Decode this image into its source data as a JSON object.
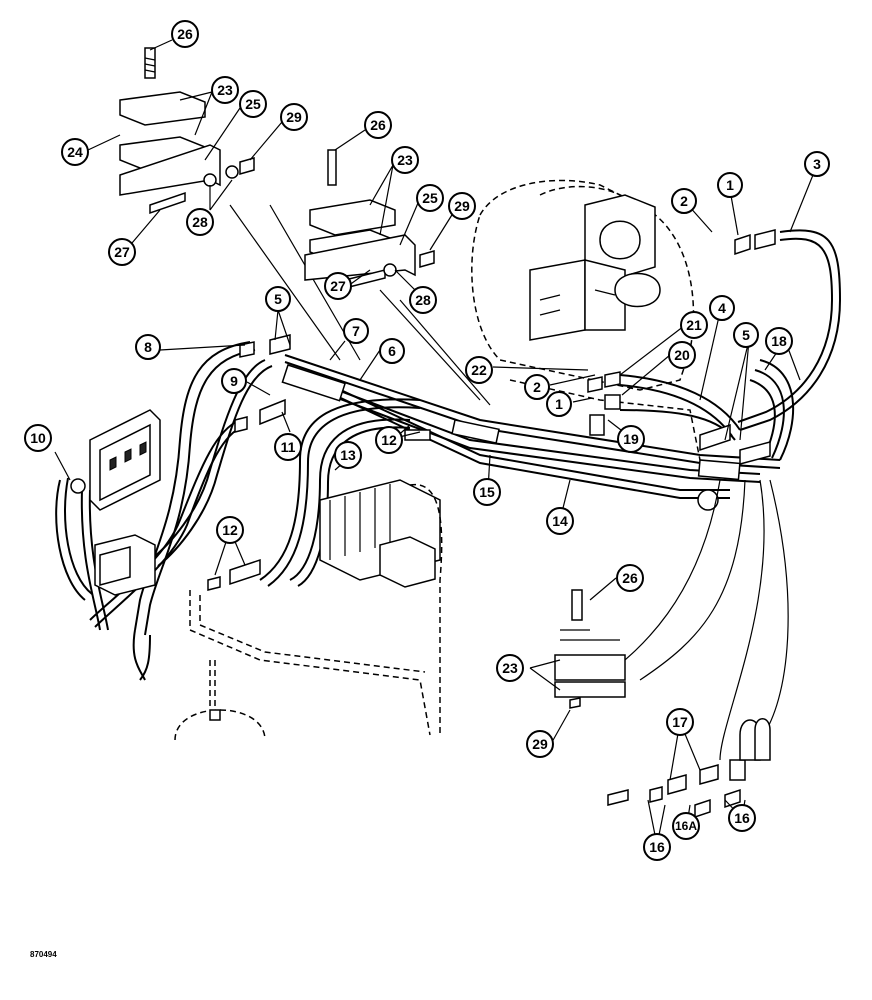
{
  "figure_code": "870494",
  "callouts": [
    {
      "id": "c26a",
      "label": "26"
    },
    {
      "id": "c23a",
      "label": "23"
    },
    {
      "id": "c24",
      "label": "24"
    },
    {
      "id": "c25a",
      "label": "25"
    },
    {
      "id": "c29a",
      "label": "29"
    },
    {
      "id": "c28a",
      "label": "28"
    },
    {
      "id": "c27a",
      "label": "27"
    },
    {
      "id": "c26b",
      "label": "26"
    },
    {
      "id": "c23b",
      "label": "23"
    },
    {
      "id": "c25b",
      "label": "25"
    },
    {
      "id": "c29b",
      "label": "29"
    },
    {
      "id": "c27b",
      "label": "27"
    },
    {
      "id": "c28b",
      "label": "28"
    },
    {
      "id": "c2a",
      "label": "2"
    },
    {
      "id": "c1a",
      "label": "1"
    },
    {
      "id": "c3",
      "label": "3"
    },
    {
      "id": "c5a",
      "label": "5"
    },
    {
      "id": "c7",
      "label": "7"
    },
    {
      "id": "c6",
      "label": "6"
    },
    {
      "id": "c8",
      "label": "8"
    },
    {
      "id": "c9",
      "label": "9"
    },
    {
      "id": "c4",
      "label": "4"
    },
    {
      "id": "c21",
      "label": "21"
    },
    {
      "id": "c20",
      "label": "20"
    },
    {
      "id": "c22",
      "label": "22"
    },
    {
      "id": "c2b",
      "label": "2"
    },
    {
      "id": "c1b",
      "label": "1"
    },
    {
      "id": "c5b",
      "label": "5"
    },
    {
      "id": "c18",
      "label": "18"
    },
    {
      "id": "c10",
      "label": "10"
    },
    {
      "id": "c11",
      "label": "11"
    },
    {
      "id": "c12a",
      "label": "12"
    },
    {
      "id": "c13",
      "label": "13"
    },
    {
      "id": "c19",
      "label": "19"
    },
    {
      "id": "c15",
      "label": "15"
    },
    {
      "id": "c14",
      "label": "14"
    },
    {
      "id": "c12b",
      "label": "12"
    },
    {
      "id": "c26c",
      "label": "26"
    },
    {
      "id": "c23c",
      "label": "23"
    },
    {
      "id": "c29c",
      "label": "29"
    },
    {
      "id": "c17",
      "label": "17"
    },
    {
      "id": "c16a",
      "label": "16A"
    },
    {
      "id": "c16b",
      "label": "16"
    },
    {
      "id": "c16c",
      "label": "16"
    }
  ]
}
